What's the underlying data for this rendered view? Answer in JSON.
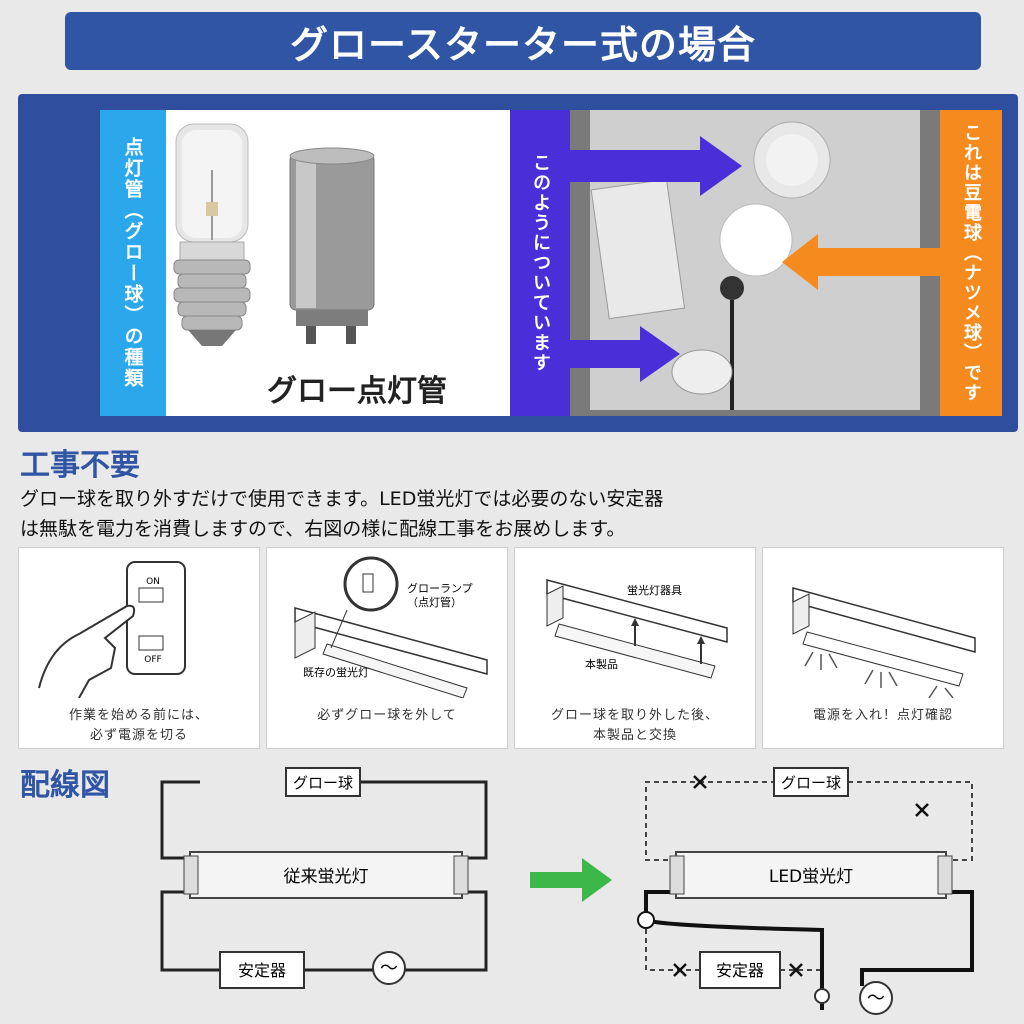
{
  "title": "グロースターター式の場合",
  "photo_panel": {
    "left_label": "点灯管（グロー球）の種類",
    "left_caption": "グロー点灯管",
    "blue_label": "このようについています",
    "orange_label": "これは豆電球（ナツメ球）です"
  },
  "section1": {
    "heading": "工事不要",
    "line1": "グロー球を取り外すだけで使用できます。LED蛍光灯では必要のない安定器",
    "line2": "は無駄を電力を消費しますので、右図の様に配線工事をお展めします。"
  },
  "steps": [
    {
      "caption1": "作業を始める前には、",
      "caption2": "必ず電源を切る",
      "on": "ON",
      "off": "OFF"
    },
    {
      "caption1": "必ずグロー球を外して",
      "label_a": "グローランプ",
      "label_b": "（点灯管）",
      "label_c": "既存の蛍光灯"
    },
    {
      "caption1": "グロー球を取り外した後、",
      "caption2": "本製品と交換",
      "label_a": "蛍光灯器具",
      "label_b": "本製品"
    },
    {
      "caption1": "電源を入れ！点灯確認"
    }
  ],
  "wiring": {
    "heading": "配線図",
    "left": {
      "glow": "グロー球",
      "tube": "従来蛍光灯",
      "ballast": "安定器",
      "ac": "～"
    },
    "right": {
      "glow": "グロー球",
      "tube": "LED蛍光灯",
      "ballast": "安定器",
      "ac": "～"
    }
  },
  "colors": {
    "banner": "#2f55a4",
    "blue_label": "#4a2fd8",
    "orange_label": "#f58a1f",
    "light_blue": "#2ba7ec",
    "arrow_green": "#3cb84a"
  }
}
